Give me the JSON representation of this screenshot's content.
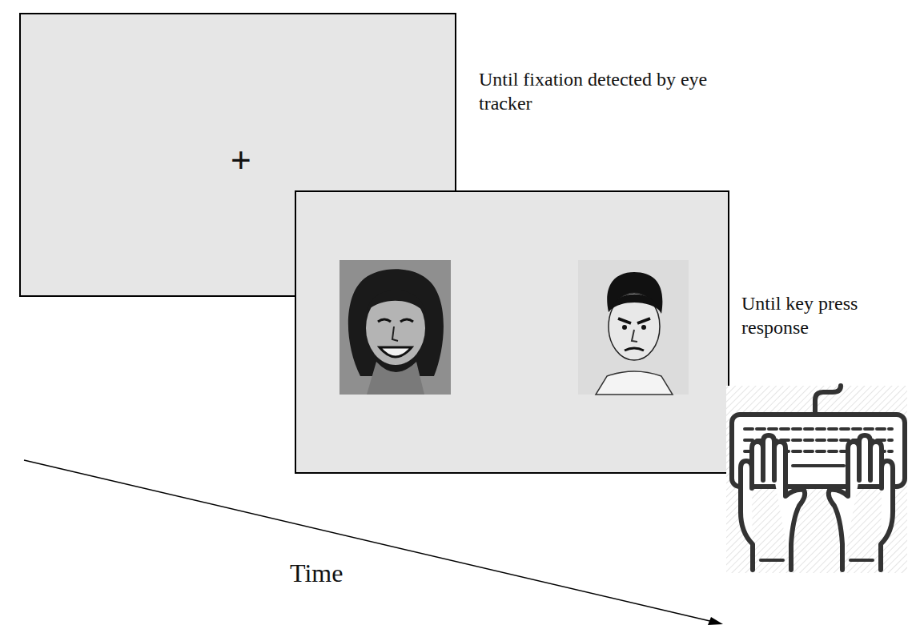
{
  "diagram": {
    "nodes": [
      {
        "text": [
          "+"
        ]
      }
    ],
    "labels": [
      "Until fixation detected by eye tracker",
      "Until key press response",
      "Time"
    ]
  }
}
